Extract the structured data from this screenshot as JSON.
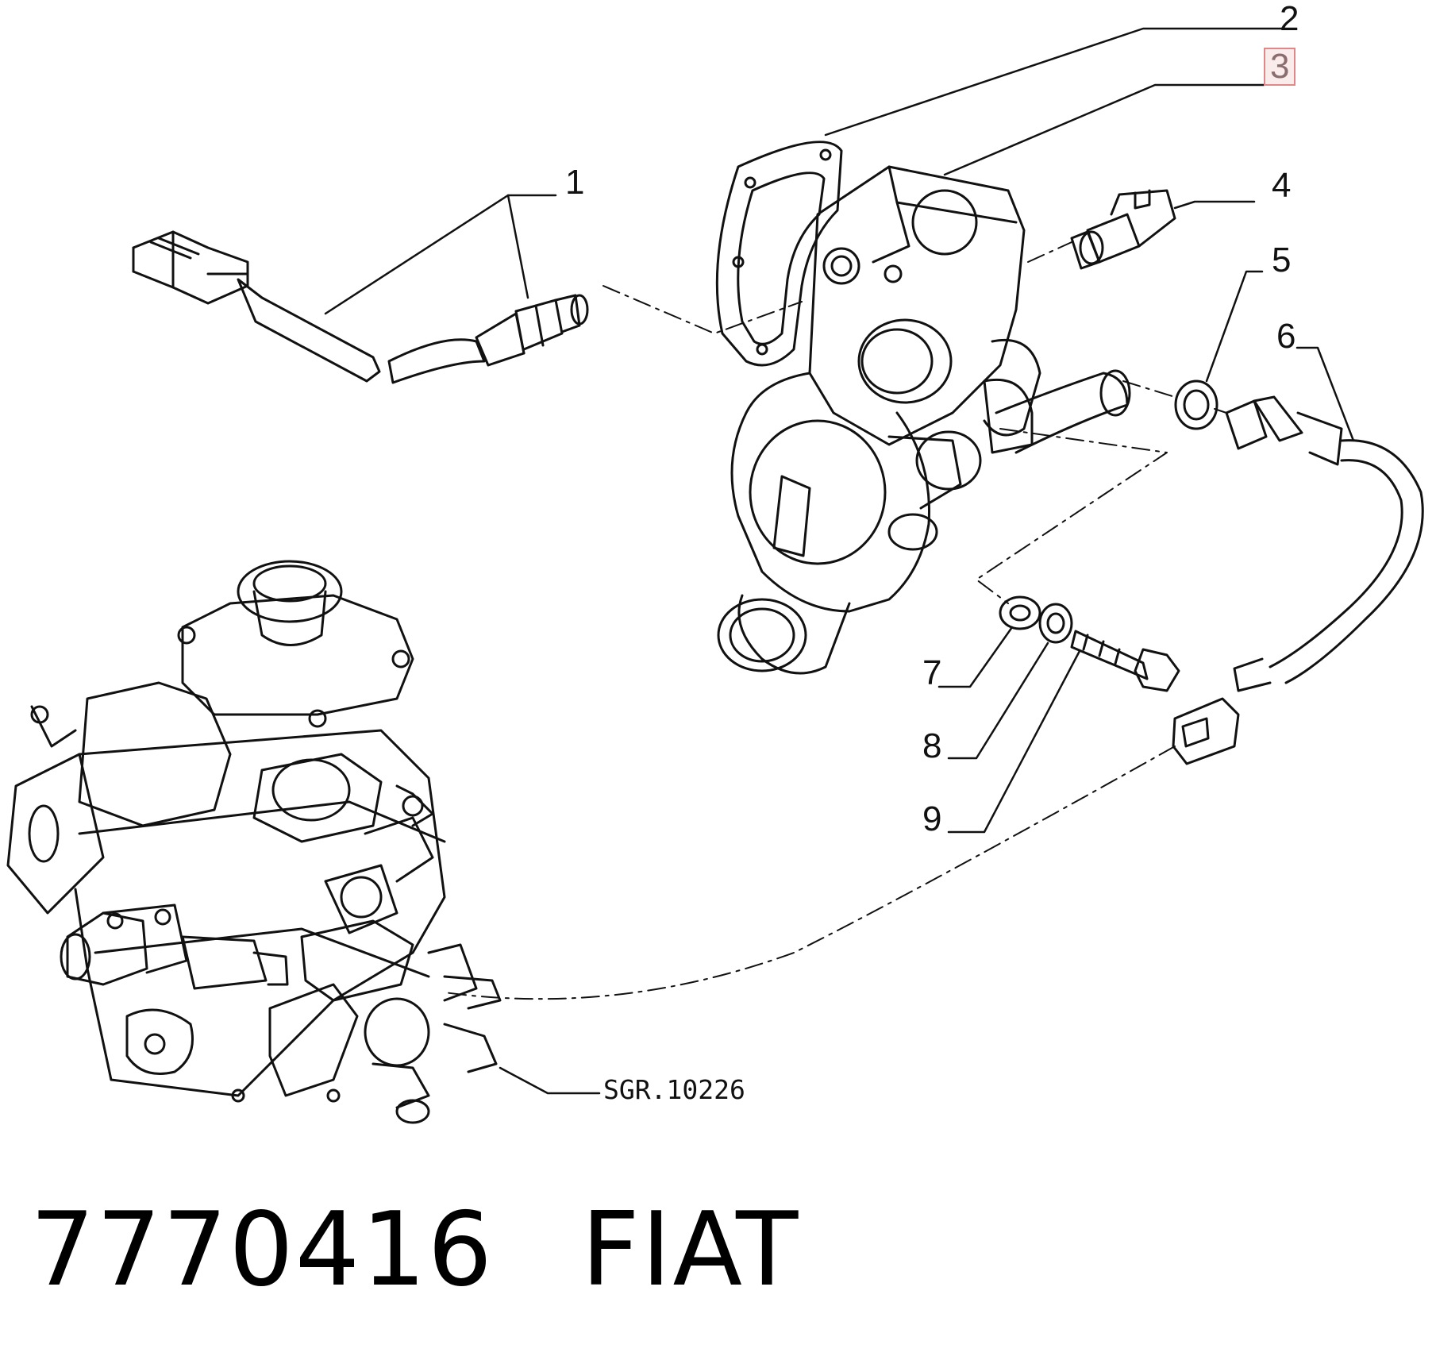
{
  "callouts": [
    {
      "id": "1",
      "label": "1",
      "highlighted": false
    },
    {
      "id": "2",
      "label": "2",
      "highlighted": false
    },
    {
      "id": "3",
      "label": "3",
      "highlighted": true
    },
    {
      "id": "4",
      "label": "4",
      "highlighted": false
    },
    {
      "id": "5",
      "label": "5",
      "highlighted": false
    },
    {
      "id": "6",
      "label": "6",
      "highlighted": false
    },
    {
      "id": "7",
      "label": "7",
      "highlighted": false
    },
    {
      "id": "8",
      "label": "8",
      "highlighted": false
    },
    {
      "id": "9",
      "label": "9",
      "highlighted": false
    }
  ],
  "drawing_code": "SGR.10226",
  "footer": {
    "part_number": "7770416",
    "brand": "FIAT"
  },
  "colors": {
    "line": "#111111",
    "highlight_border": "#e0878a",
    "highlight_text": "#8a6d6d"
  }
}
